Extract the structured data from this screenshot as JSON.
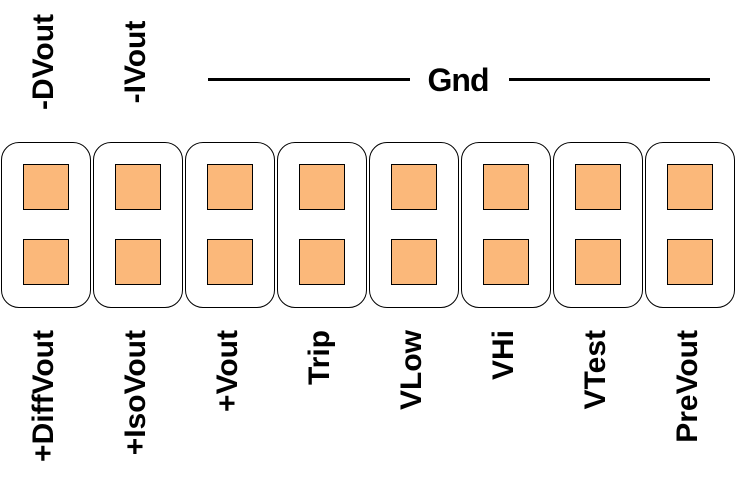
{
  "top_labels": [
    "-DVout",
    "-IVout"
  ],
  "gnd_label": "Gnd",
  "pins": [
    {
      "label": "+DiffVout"
    },
    {
      "label": "+IsoVout"
    },
    {
      "label": "+Vout"
    },
    {
      "label": "Trip"
    },
    {
      "label": "VLow"
    },
    {
      "label": "VHi"
    },
    {
      "label": "VTest"
    },
    {
      "label": "PreVout"
    }
  ],
  "colors": {
    "pad_fill": "#fbb87a",
    "outline": "#000000",
    "background": "#ffffff"
  }
}
